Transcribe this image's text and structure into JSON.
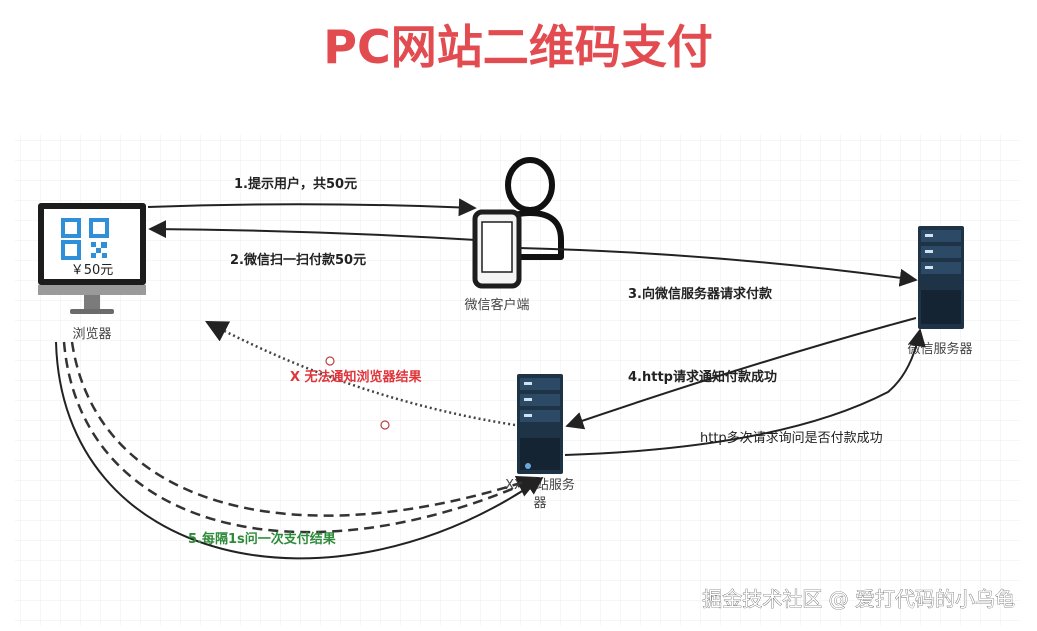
{
  "title": "PC网站二维码支付",
  "nodes": {
    "browser": {
      "label": "浏览器",
      "screen_text": "￥50元"
    },
    "wechat_client": {
      "label": "微信客户端"
    },
    "wechat_server": {
      "label": "微信服务器"
    },
    "site_server": {
      "label_line1": "XX网站服务",
      "label_line2": "器"
    }
  },
  "edges": {
    "e1": "1.提示用户，共50元",
    "e2": "2.微信扫一扫付款50元",
    "e3": "3.向微信服务器请求付款",
    "e4": "4.http请求通知付款成功",
    "poll_wechat": "http多次请求询问是否付款成功",
    "no_notify": "X 无法通知浏览器结果",
    "e5": "5.每隔1s问一次支付结果"
  },
  "watermark": "掘金技术社区 @ 爱打代码的小乌龟",
  "colors": {
    "title": "#e24b4f",
    "no_notify": "#e0353b",
    "polling": "#2e8b3a",
    "server_dark": "#1f3347",
    "qr_blue": "#2f8fd8"
  }
}
